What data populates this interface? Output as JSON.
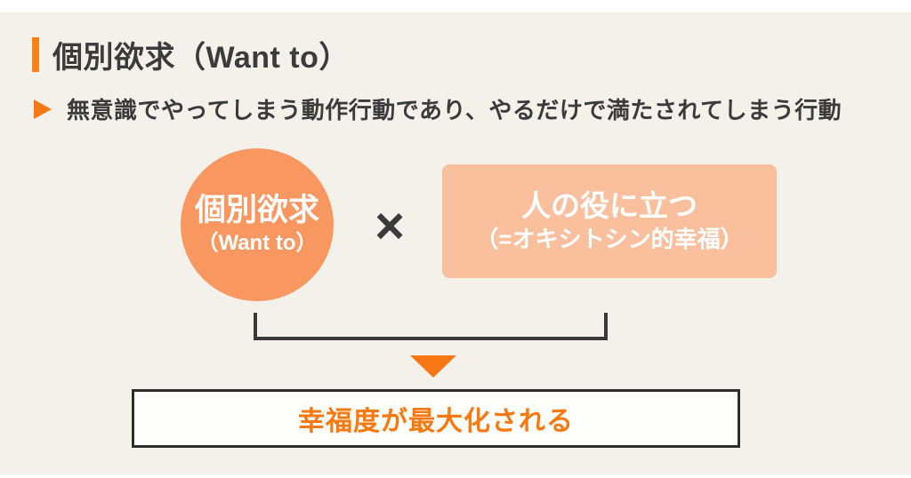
{
  "colors": {
    "background": "#F4F1EB",
    "frame": "#FFFFFF",
    "accent-orange": "#F8821A",
    "bright-orange": "#F87714",
    "circle-orange": "#F99760",
    "rect-peach": "#FAC09E",
    "dark-text": "#3B3B3B",
    "white-text": "#FFFFFF",
    "bracket": "#3A3A3A",
    "result-bg": "#FDFDFC",
    "result-border": "#2E2E2E",
    "result-text": "#F8790F"
  },
  "header": {
    "title": "個別欲求（Want to）"
  },
  "lead": {
    "text": "無意識でやってしまう動作行動であり、やるだけで満たされてしまう行動"
  },
  "formula": {
    "circle": {
      "line1": "個別欲求",
      "line2": "（Want to）"
    },
    "operator": "×",
    "factor_box": {
      "line1": "人の役に立つ",
      "line2": "（=オキシトシン的幸福）"
    },
    "result": {
      "text": "幸福度が最大化される"
    }
  }
}
